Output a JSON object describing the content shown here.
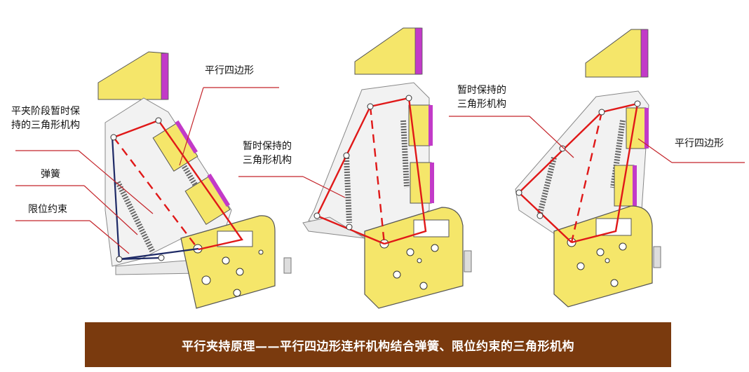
{
  "labels": {
    "left_triangle": [
      "平夹阶段暂时保",
      "持的三角形机构"
    ],
    "spring": "弹簧",
    "limit": "限位约束",
    "left_parallelogram": "平行四边形",
    "middle_triangle": [
      "暂时保持的",
      "三角形机构"
    ],
    "right_triangle": [
      "暂时保持的",
      "三角形机构"
    ],
    "right_parallelogram": "平行四边形"
  },
  "banner": {
    "text": "平行夹持原理——平行四边形连杆机构结合弹簧、限位约束的三角形机构"
  },
  "colors": {
    "yellow": "#f5e66a",
    "magenta": "#c23ac8",
    "red": "#e01818",
    "navy": "#1e2a66",
    "banner": "#7a3a0e",
    "outline": "#555555"
  }
}
